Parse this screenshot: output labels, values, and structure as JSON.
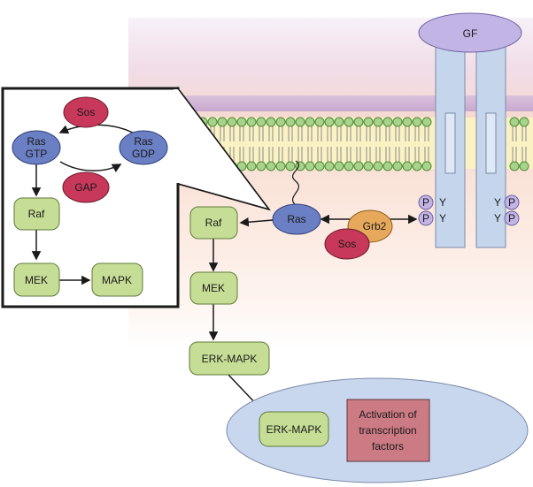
{
  "labels": {
    "gf": "GF",
    "receptor_left_p1": "P",
    "receptor_left_y1": "Y",
    "receptor_left_p2": "P",
    "receptor_left_y2": "Y",
    "receptor_right_y1": "Y",
    "receptor_right_p1": "P",
    "receptor_right_y2": "Y",
    "receptor_right_p2": "P",
    "ras": "Ras",
    "grb2": "Grb2",
    "sos_main": "Sos",
    "raf_main": "Raf",
    "mek_main": "MEK",
    "erk_main": "ERK-MAPK",
    "erk_nucleus": "ERK-MAPK",
    "activation_line1": "Activation of",
    "activation_line2": "transcription",
    "activation_line3": "factors",
    "inset_sos": "Sos",
    "inset_ras_gtp_line1": "Ras",
    "inset_ras_gtp_line2": "GTP",
    "inset_ras_gdp_line1": "Ras",
    "inset_ras_gdp_line2": "GDP",
    "inset_gap": "GAP",
    "inset_raf": "Raf",
    "inset_mek": "MEK",
    "inset_mapk": "MAPK"
  },
  "colors": {
    "ras_blue": "#6b7fc4",
    "sos_red": "#c8385a",
    "grb2_orange": "#e6a85a",
    "kinase_green": "#c6dd96",
    "gf_purple": "#c2b4e4",
    "receptor_blue": "#c5d5ec",
    "membrane_green": "#a8d38a",
    "nucleus_blue": "#c9d7ee",
    "activation_red": "#cc7a84"
  }
}
